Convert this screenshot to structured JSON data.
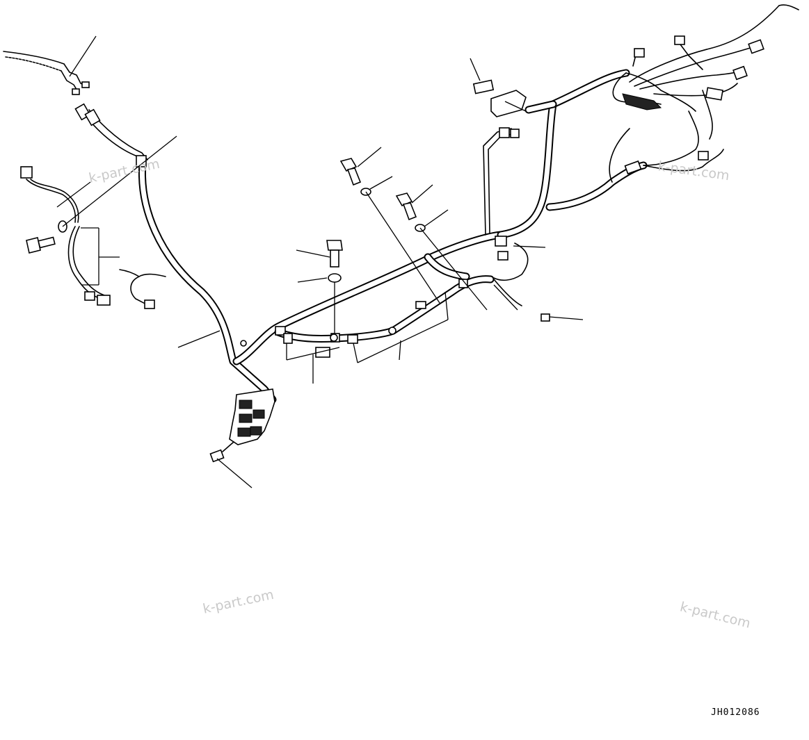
{
  "drawing_id": "JH012086",
  "watermarks": [
    "k-part.com",
    "k-part.com",
    "k-part.com",
    "k-part.com"
  ]
}
